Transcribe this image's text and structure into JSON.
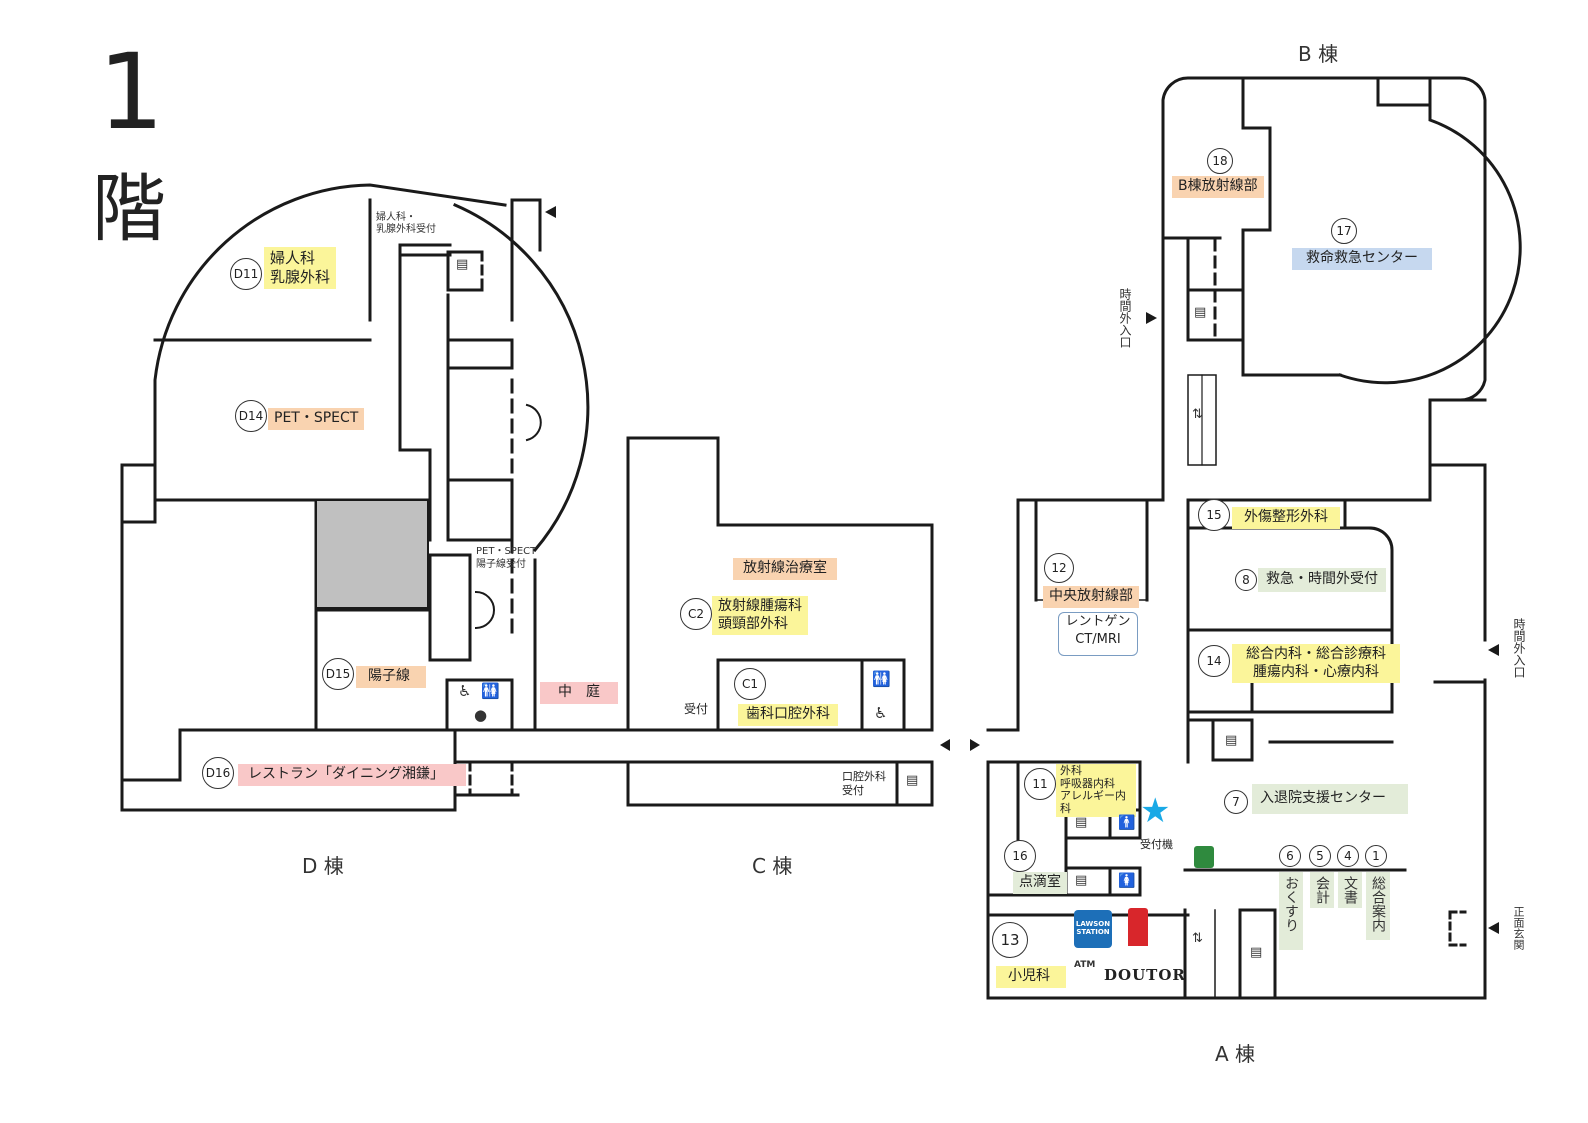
{
  "floor": {
    "number": "1",
    "kai": "階"
  },
  "buildings": {
    "a": "A 棟",
    "b": "B 棟",
    "c": "C 棟",
    "d": "D 棟"
  },
  "rooms": {
    "d11": {
      "no": "D11",
      "name1": "婦人科",
      "name2": "乳腺外科"
    },
    "d14": {
      "no": "D14",
      "name": "PET・SPECT"
    },
    "d15": {
      "no": "D15",
      "name": "陽子線"
    },
    "d16": {
      "no": "D16",
      "name": "レストラン「ダイニング湘鎌」"
    },
    "c1": {
      "no": "C1",
      "name": "歯科口腔外科"
    },
    "c2": {
      "no": "C2",
      "name1": "放射線腫瘍科",
      "name2": "頭頸部外科"
    },
    "rt": {
      "name": "放射線治療室"
    },
    "courtyard": {
      "name": "中　庭"
    },
    "r18": {
      "no": "18",
      "name": "B棟放射線部"
    },
    "r17": {
      "no": "17",
      "name": "救命救急センター"
    },
    "r15": {
      "no": "15",
      "name": "外傷整形外科"
    },
    "r12": {
      "no": "12",
      "name": "中央放射線部",
      "sub1": "レントゲン",
      "sub2": "CT/MRI"
    },
    "r8": {
      "no": "8",
      "name": "救急・時間外受付"
    },
    "r14": {
      "no": "14",
      "name1": "総合内科・総合診療科",
      "name2": "腫瘍内科・心療内科"
    },
    "r11": {
      "no": "11",
      "name1": "外科",
      "name2": "呼吸器内科",
      "name3": "アレルギー内科"
    },
    "r7": {
      "no": "7",
      "name": "入退院支援センター"
    },
    "r16": {
      "no": "16",
      "name": "点滴室"
    },
    "r13": {
      "no": "13",
      "name": "小児科"
    },
    "r6": {
      "no": "6",
      "name": "おくすり"
    },
    "r5": {
      "no": "5",
      "name": "会計"
    },
    "r4": {
      "no": "4",
      "name": "文書"
    },
    "r1": {
      "no": "1",
      "name": "総合案内"
    }
  },
  "desks": {
    "gyn": "婦人科・\n乳腺外科受付",
    "pet1": "PET・SPECT",
    "pet2": "陽子線受付",
    "c1_reception": "受付",
    "oral1": "口腔外科",
    "oral2": "受付",
    "kiosk": "受付機"
  },
  "entrances": {
    "after_hours_b": "時間外入口",
    "after_hours_a": "時間外入口",
    "main": "正面玄関"
  },
  "logos": {
    "lawson": "LAWSON STATION",
    "doutor": "DOUTOR",
    "atm": "ATM"
  },
  "colors": {
    "yellow": "#fbf59a",
    "orange": "#f9d3b0",
    "blue": "#c6d8ef",
    "pink": "#f9c8c8",
    "green": "#e3ecd9",
    "kiosk_star": "#19a9e6",
    "shaded": "#c0c0c0"
  }
}
